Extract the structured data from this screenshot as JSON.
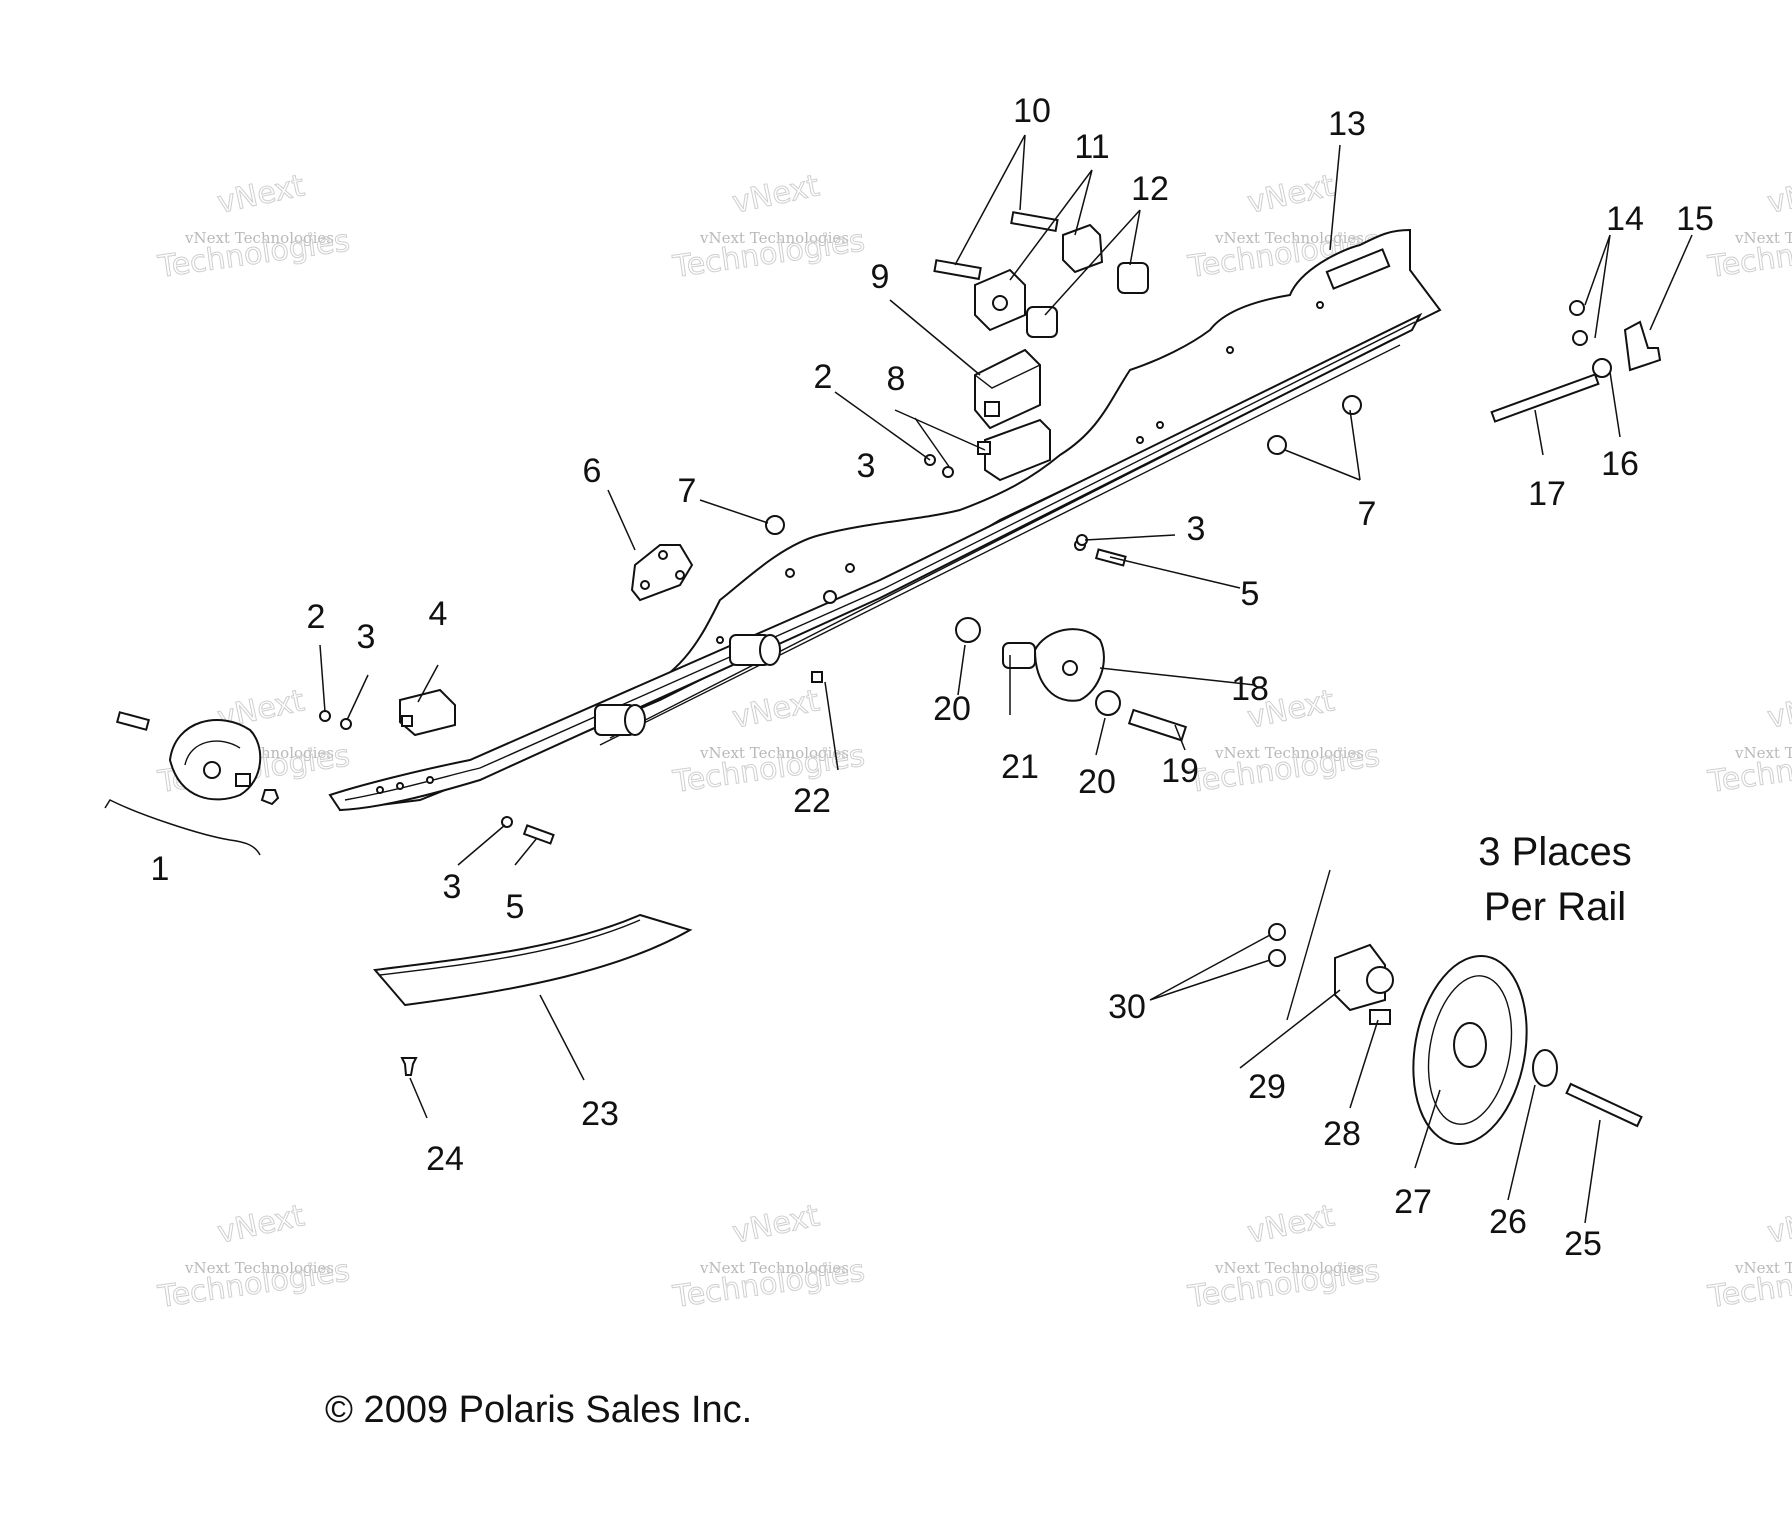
{
  "callouts": [
    {
      "id": "1",
      "text": "1"
    },
    {
      "id": "2a",
      "text": "2"
    },
    {
      "id": "2b",
      "text": "2"
    },
    {
      "id": "3a",
      "text": "3"
    },
    {
      "id": "3b",
      "text": "3"
    },
    {
      "id": "3c",
      "text": "3"
    },
    {
      "id": "3d",
      "text": "3"
    },
    {
      "id": "4",
      "text": "4"
    },
    {
      "id": "5a",
      "text": "5"
    },
    {
      "id": "5b",
      "text": "5"
    },
    {
      "id": "6",
      "text": "6"
    },
    {
      "id": "7a",
      "text": "7"
    },
    {
      "id": "7b",
      "text": "7"
    },
    {
      "id": "8",
      "text": "8"
    },
    {
      "id": "9",
      "text": "9"
    },
    {
      "id": "10",
      "text": "10"
    },
    {
      "id": "11",
      "text": "11"
    },
    {
      "id": "12",
      "text": "12"
    },
    {
      "id": "13",
      "text": "13"
    },
    {
      "id": "14",
      "text": "14"
    },
    {
      "id": "15",
      "text": "15"
    },
    {
      "id": "16",
      "text": "16"
    },
    {
      "id": "17",
      "text": "17"
    },
    {
      "id": "18",
      "text": "18"
    },
    {
      "id": "19",
      "text": "19"
    },
    {
      "id": "20a",
      "text": "20"
    },
    {
      "id": "20b",
      "text": "20"
    },
    {
      "id": "21",
      "text": "21"
    },
    {
      "id": "22",
      "text": "22"
    },
    {
      "id": "23",
      "text": "23"
    },
    {
      "id": "24",
      "text": "24"
    },
    {
      "id": "25",
      "text": "25"
    },
    {
      "id": "26",
      "text": "26"
    },
    {
      "id": "27",
      "text": "27"
    },
    {
      "id": "28",
      "text": "28"
    },
    {
      "id": "29",
      "text": "29"
    },
    {
      "id": "30",
      "text": "30"
    }
  ],
  "note": {
    "line1": "3 Places",
    "line2": "Per Rail"
  },
  "copyright": "© 2009 Polaris Sales Inc.",
  "watermark": {
    "line1": "vNext Technologies",
    "line2": "Technologies",
    "line3": "vNext"
  }
}
